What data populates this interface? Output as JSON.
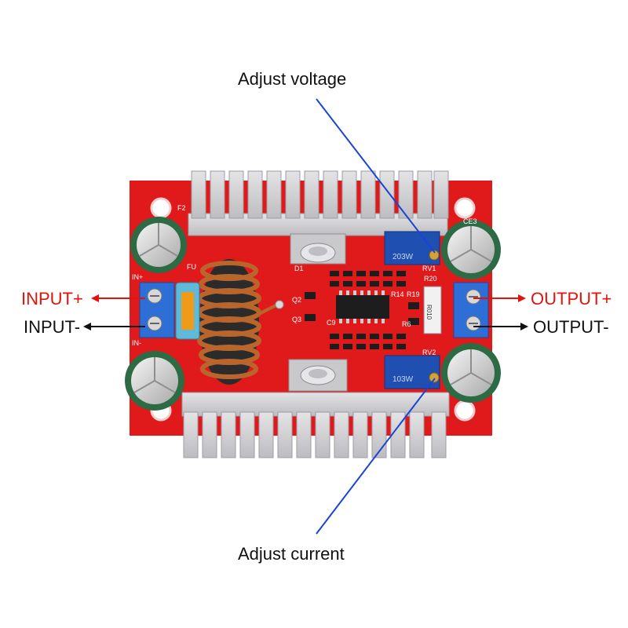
{
  "callouts": {
    "adjust_voltage": "Adjust voltage",
    "adjust_current": "Adjust current"
  },
  "terminals": {
    "input_plus": "INPUT+",
    "input_minus": "INPUT-",
    "output_plus": "OUTPUT+",
    "output_minus": "OUTPUT-"
  },
  "board_markings": {
    "f2": "F2",
    "ce3": "CE3",
    "d1": "D1",
    "rv1": "RV1",
    "rv2": "RV2",
    "r20": "R20",
    "r14": "R14",
    "r19": "R19",
    "r6": "R6",
    "q2": "Q2",
    "q3": "Q3",
    "c9": "C9",
    "in_plus": "IN+",
    "in_minus": "IN-",
    "fu": "FU",
    "r010": "R010",
    "pot_top": "203W",
    "pot_bottom": "103W"
  },
  "colors": {
    "positive": "#e3120b",
    "negative": "#111111",
    "leader_line": "#1a44d8",
    "pcb": "#e0191b",
    "heatsink": "#cfcfd2",
    "terminal_block": "#2d6fd6",
    "potentiometer": "#1f4fb0",
    "copper_coil": "#b9652c"
  },
  "icons": [
    "screw-terminal-icon",
    "heatsink-icon",
    "inductor-coil-icon",
    "capacitor-icon",
    "potentiometer-icon",
    "fuse-icon",
    "ic-chip-icon"
  ]
}
